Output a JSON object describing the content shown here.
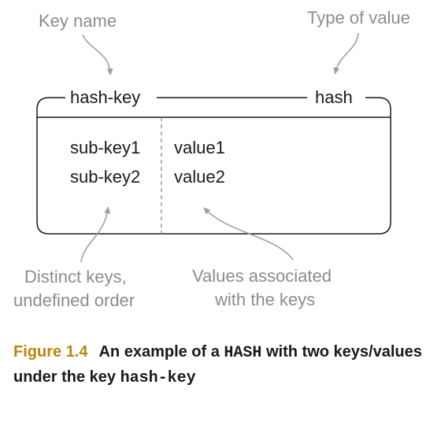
{
  "annotations": {
    "key_name": "Key name",
    "type_of_value": "Type of value",
    "distinct_keys_line1": "Distinct keys,",
    "distinct_keys_line2": "undefined order",
    "values_assoc_line1": "Values associated",
    "values_assoc_line2": "with the keys"
  },
  "box": {
    "key_label": "hash-key",
    "type_label": "hash",
    "rows": [
      {
        "sub_key": "sub-key1",
        "value": "value1"
      },
      {
        "sub_key": "sub-key2",
        "value": "value2"
      }
    ]
  },
  "caption": {
    "figure_label": "Figure 1.4",
    "text_1": "An example of a ",
    "code_1": "HASH",
    "text_2": " with two keys/values under the key ",
    "code_2": "hash-key"
  },
  "colors": {
    "annotation": "#8c8c8c",
    "line": "#1a1a1a",
    "figure_label": "#b8860b"
  }
}
